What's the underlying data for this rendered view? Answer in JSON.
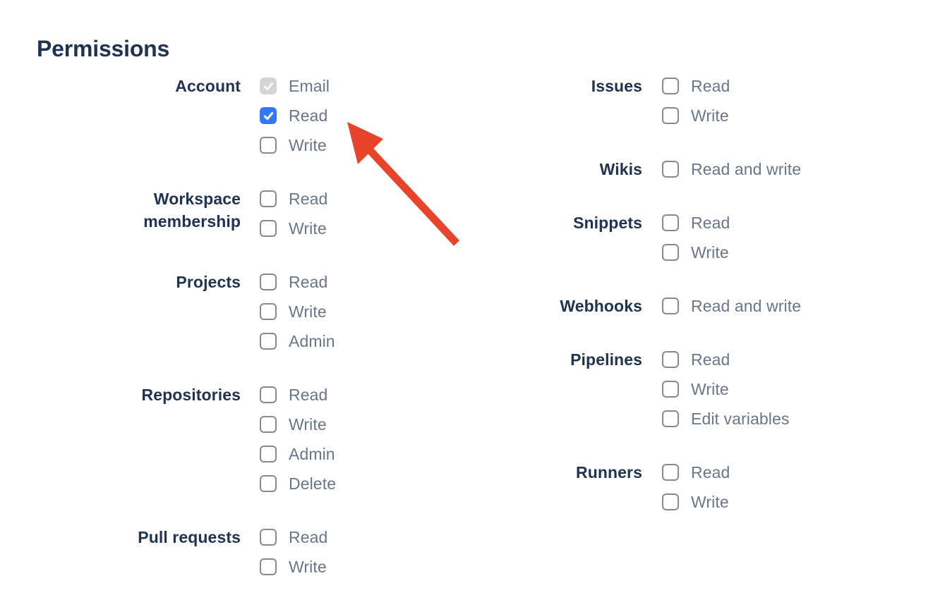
{
  "title": "Permissions",
  "colors": {
    "navy": "#213352",
    "label_gray": "#6B7589",
    "checkbox_checked": "#3478F6",
    "checkbox_disabled_bg": "#D5D5D7",
    "checkbox_border": "#898989",
    "arrow": "#E8432B"
  },
  "columns": {
    "left": [
      {
        "label": "Account",
        "options": [
          {
            "label": "Email",
            "checked": true,
            "disabled": true
          },
          {
            "label": "Read",
            "checked": true,
            "disabled": false
          },
          {
            "label": "Write",
            "checked": false,
            "disabled": false
          }
        ]
      },
      {
        "label": "Workspace membership",
        "options": [
          {
            "label": "Read",
            "checked": false,
            "disabled": false
          },
          {
            "label": "Write",
            "checked": false,
            "disabled": false
          }
        ]
      },
      {
        "label": "Projects",
        "options": [
          {
            "label": "Read",
            "checked": false,
            "disabled": false
          },
          {
            "label": "Write",
            "checked": false,
            "disabled": false
          },
          {
            "label": "Admin",
            "checked": false,
            "disabled": false
          }
        ]
      },
      {
        "label": "Repositories",
        "options": [
          {
            "label": "Read",
            "checked": false,
            "disabled": false
          },
          {
            "label": "Write",
            "checked": false,
            "disabled": false
          },
          {
            "label": "Admin",
            "checked": false,
            "disabled": false
          },
          {
            "label": "Delete",
            "checked": false,
            "disabled": false
          }
        ]
      },
      {
        "label": "Pull requests",
        "options": [
          {
            "label": "Read",
            "checked": false,
            "disabled": false
          },
          {
            "label": "Write",
            "checked": false,
            "disabled": false
          }
        ]
      }
    ],
    "right": [
      {
        "label": "Issues",
        "options": [
          {
            "label": "Read",
            "checked": false,
            "disabled": false
          },
          {
            "label": "Write",
            "checked": false,
            "disabled": false
          }
        ]
      },
      {
        "label": "Wikis",
        "options": [
          {
            "label": "Read and write",
            "checked": false,
            "disabled": false
          }
        ]
      },
      {
        "label": "Snippets",
        "options": [
          {
            "label": "Read",
            "checked": false,
            "disabled": false
          },
          {
            "label": "Write",
            "checked": false,
            "disabled": false
          }
        ]
      },
      {
        "label": "Webhooks",
        "options": [
          {
            "label": "Read and write",
            "checked": false,
            "disabled": false
          }
        ]
      },
      {
        "label": "Pipelines",
        "options": [
          {
            "label": "Read",
            "checked": false,
            "disabled": false
          },
          {
            "label": "Write",
            "checked": false,
            "disabled": false
          },
          {
            "label": "Edit variables",
            "checked": false,
            "disabled": false
          }
        ]
      },
      {
        "label": "Runners",
        "options": [
          {
            "label": "Read",
            "checked": false,
            "disabled": false
          },
          {
            "label": "Write",
            "checked": false,
            "disabled": false
          }
        ]
      }
    ]
  },
  "annotation": {
    "type": "arrow",
    "points_at": "Account Read checkbox",
    "color": "#E8432B"
  }
}
